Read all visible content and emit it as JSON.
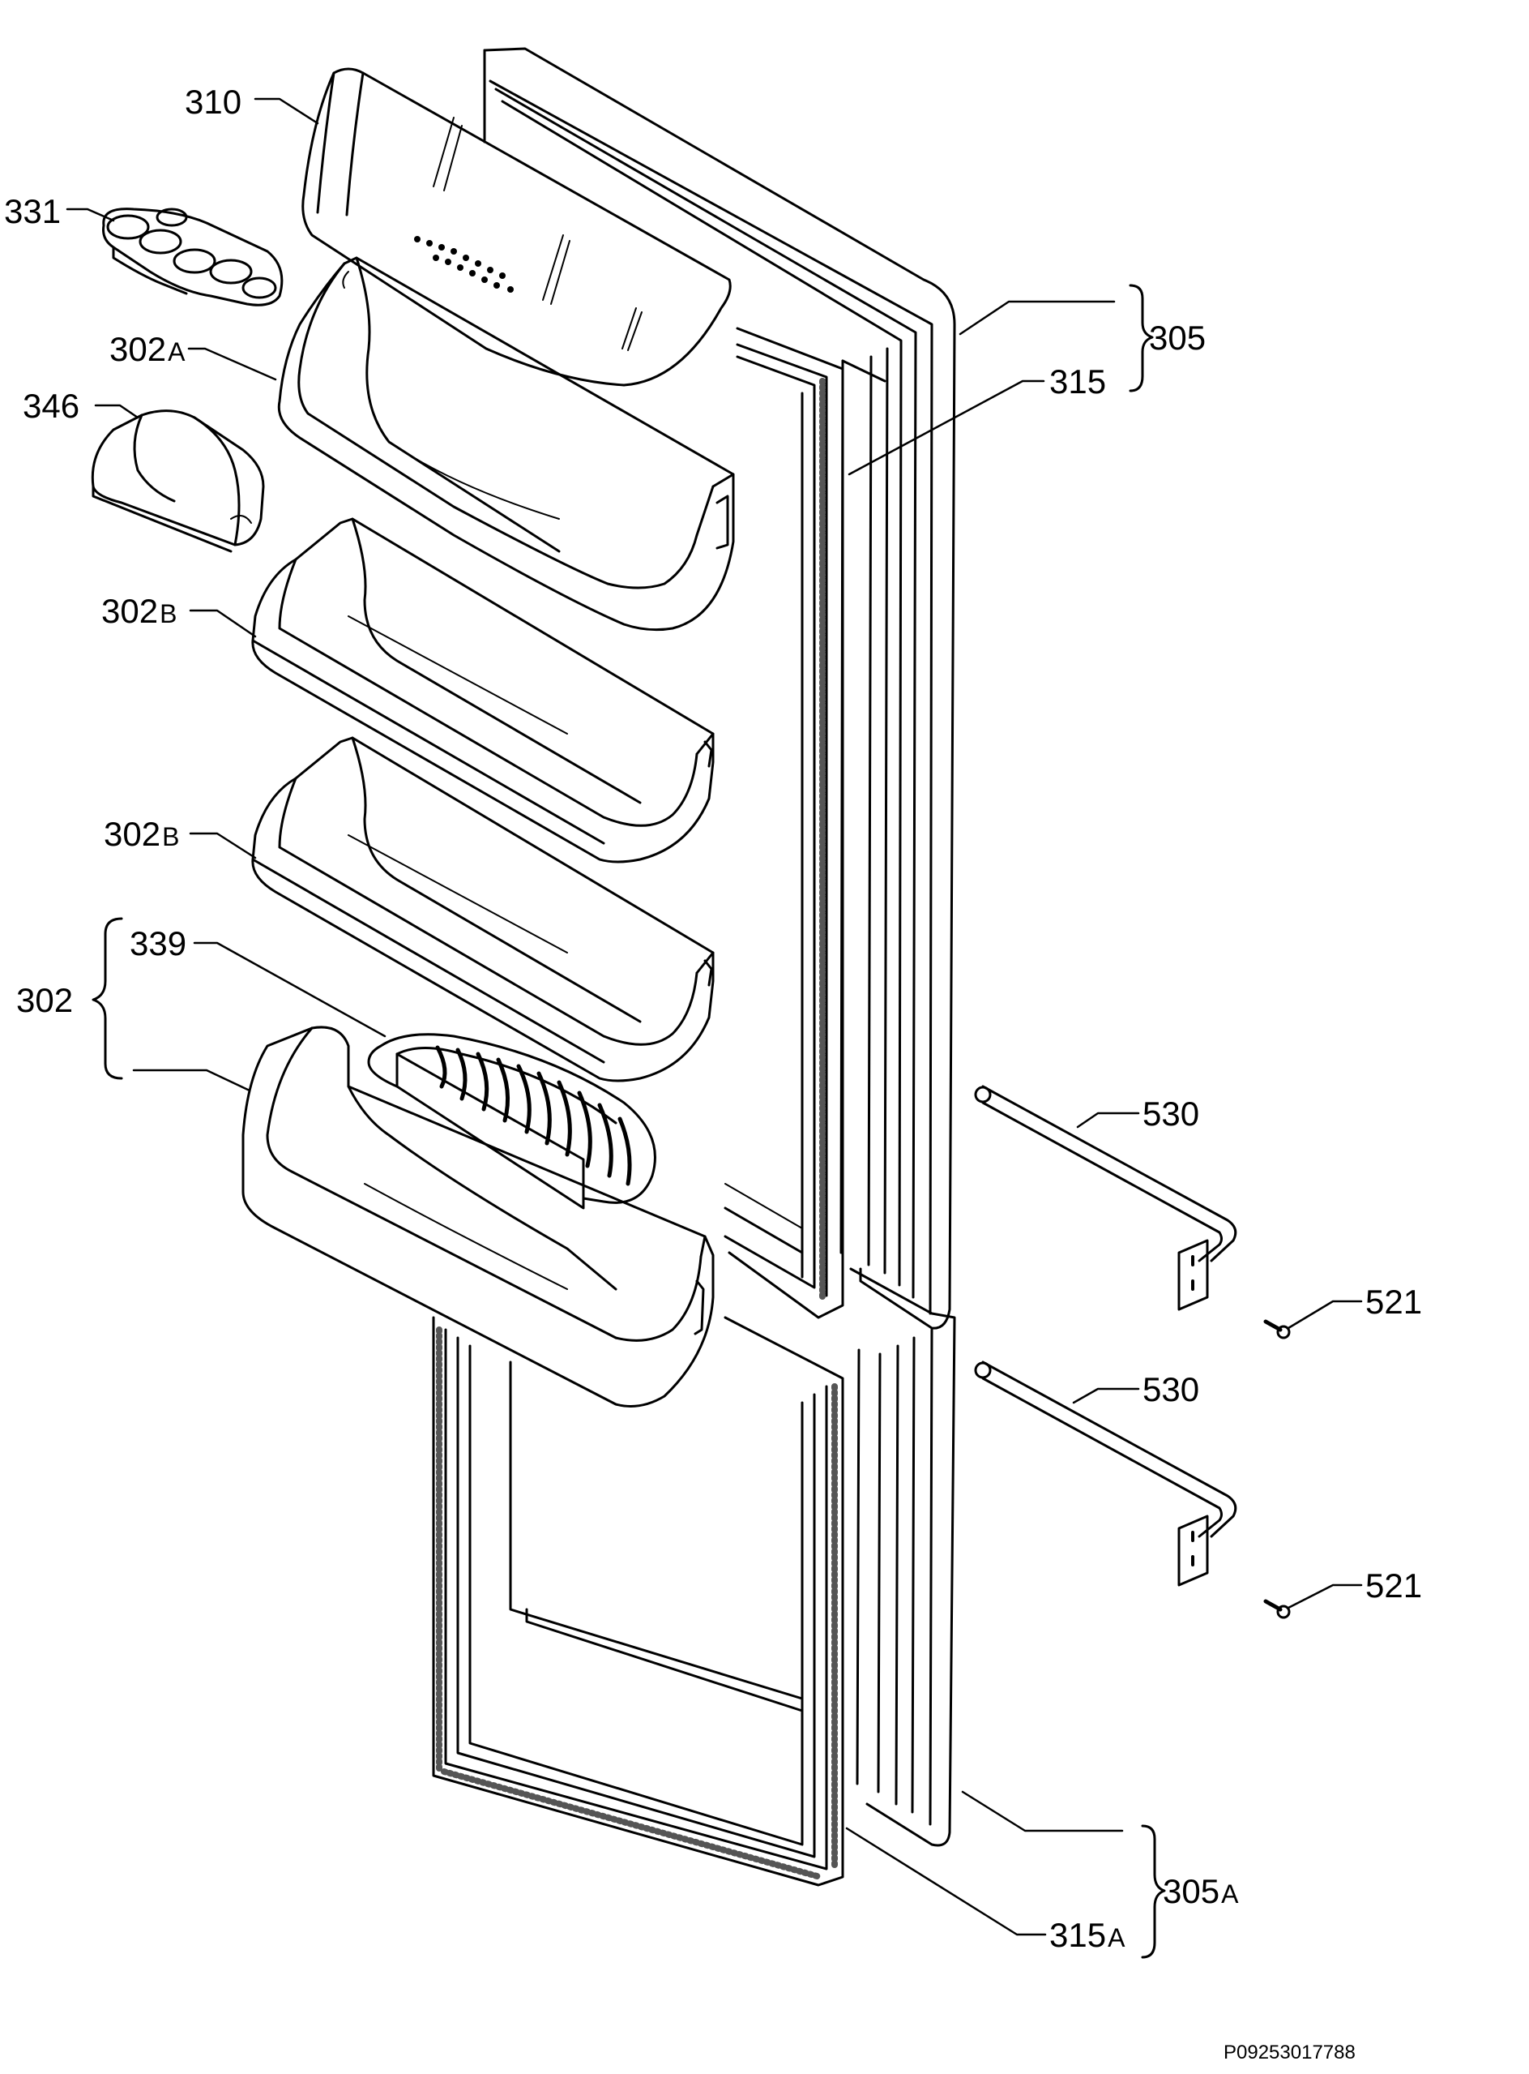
{
  "labels": {
    "l310": {
      "num": "310",
      "suf": ""
    },
    "l331": {
      "num": "331",
      "suf": ""
    },
    "l302a": {
      "num": "302",
      "suf": "A"
    },
    "l346": {
      "num": "346",
      "suf": ""
    },
    "l302b1": {
      "num": "302",
      "suf": "B"
    },
    "l302b2": {
      "num": "302",
      "suf": "B"
    },
    "l339": {
      "num": "339",
      "suf": ""
    },
    "l302": {
      "num": "302",
      "suf": ""
    },
    "l305": {
      "num": "305",
      "suf": ""
    },
    "l315": {
      "num": "315",
      "suf": ""
    },
    "l530a": {
      "num": "530",
      "suf": ""
    },
    "l521a": {
      "num": "521",
      "suf": ""
    },
    "l530b": {
      "num": "530",
      "suf": ""
    },
    "l521b": {
      "num": "521",
      "suf": ""
    },
    "l305a": {
      "num": "305",
      "suf": "A"
    },
    "l315a": {
      "num": "315",
      "suf": "A"
    }
  },
  "document_id": "P09253017788"
}
